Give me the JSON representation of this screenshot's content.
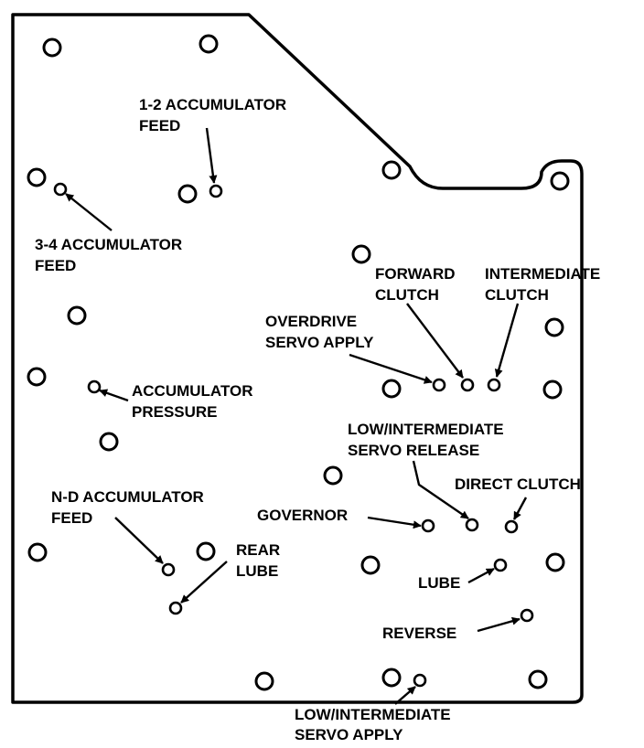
{
  "labels": {
    "acc12": [
      "1-2 ACCUMULATOR",
      "FEED"
    ],
    "acc34": [
      "3-4 ACCUMULATOR",
      "FEED"
    ],
    "fwd": [
      "FORWARD",
      "CLUTCH"
    ],
    "inter": [
      "INTERMEDIATE",
      "CLUTCH"
    ],
    "odservo": [
      "OVERDRIVE",
      "SERVO APPLY"
    ],
    "accpress": [
      "ACCUMULATOR",
      "PRESSURE"
    ],
    "lowrel": [
      "LOW/INTERMEDIATE",
      "SERVO RELEASE"
    ],
    "direct": [
      "DIRECT CLUTCH"
    ],
    "nd": [
      "N-D ACCUMULATOR",
      "FEED"
    ],
    "governor": [
      "GOVERNOR"
    ],
    "rearlube": [
      "REAR",
      "LUBE"
    ],
    "lube": [
      "LUBE"
    ],
    "reverse": [
      "REVERSE"
    ],
    "lowapply": [
      "LOW/INTERMEDIATE",
      "SERVO APPLY"
    ]
  }
}
